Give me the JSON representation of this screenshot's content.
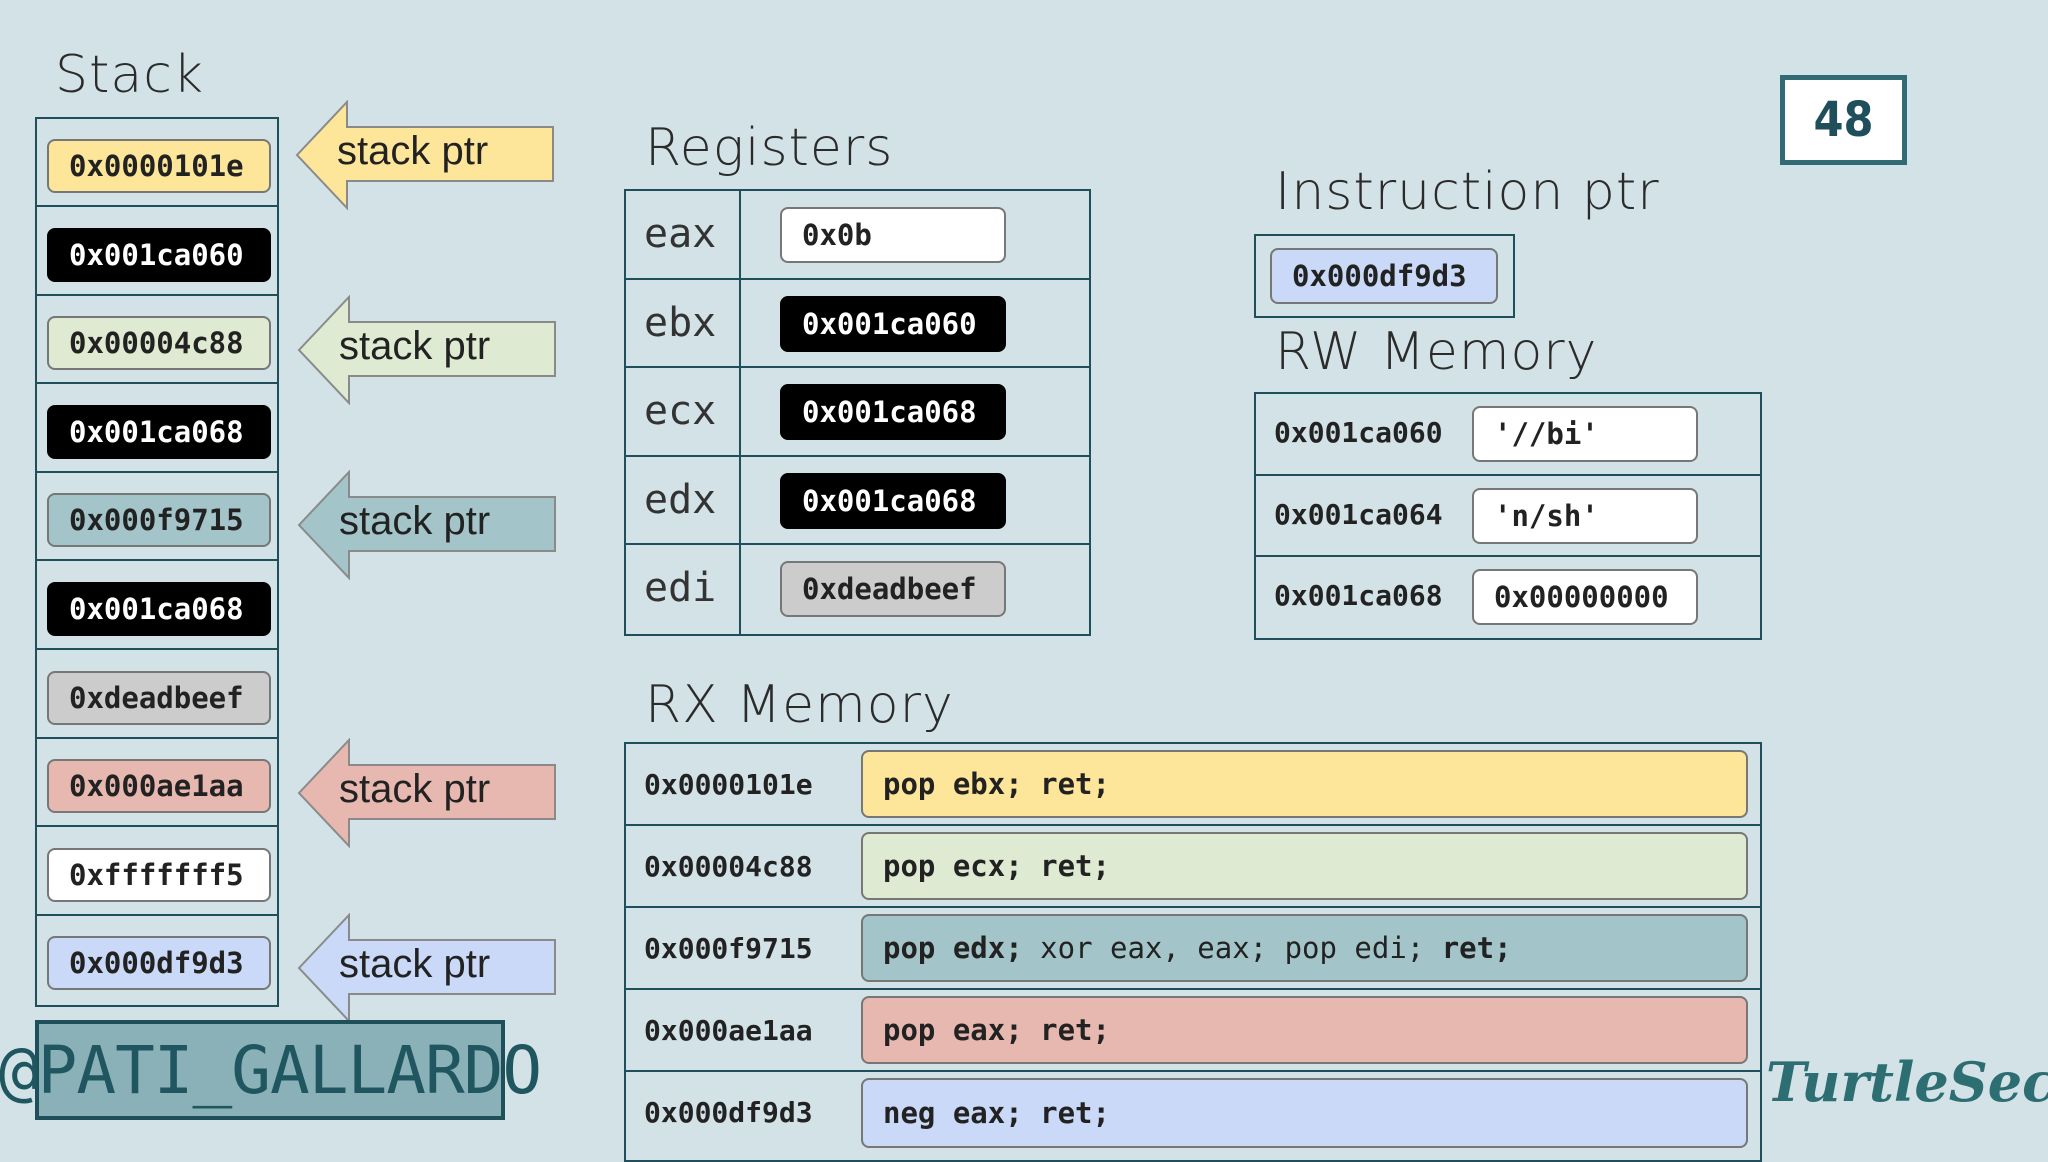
{
  "slide_number": "48",
  "headings": {
    "stack": "Stack",
    "registers": "Registers",
    "instruction_ptr": "Instruction ptr",
    "rw_memory": "RW Memory",
    "rx_memory": "RX Memory"
  },
  "stack": [
    {
      "value": "0x0000101e",
      "fill": "#fde69a",
      "text": "#222"
    },
    {
      "value": "0x001ca060",
      "fill": "#000000",
      "text": "#ffffff"
    },
    {
      "value": "0x00004c88",
      "fill": "#dfead2",
      "text": "#222"
    },
    {
      "value": "0x001ca068",
      "fill": "#000000",
      "text": "#ffffff"
    },
    {
      "value": "0x000f9715",
      "fill": "#a3c4c9",
      "text": "#222"
    },
    {
      "value": "0x001ca068",
      "fill": "#000000",
      "text": "#ffffff"
    },
    {
      "value": "0xdeadbeef",
      "fill": "#cccccc",
      "text": "#222"
    },
    {
      "value": "0x000ae1aa",
      "fill": "#e7b8b0",
      "text": "#222"
    },
    {
      "value": "0xfffffff5",
      "fill": "#ffffff",
      "text": "#222"
    },
    {
      "value": "0x000df9d3",
      "fill": "#c9d9f7",
      "text": "#222"
    }
  ],
  "stack_pointers": [
    {
      "label": "stack ptr",
      "color": "#fde69a"
    },
    {
      "label": "stack ptr",
      "color": "#dfead2"
    },
    {
      "label": "stack ptr",
      "color": "#a3c4c9"
    },
    {
      "label": "stack ptr",
      "color": "#e7b8b0"
    },
    {
      "label": "stack ptr",
      "color": "#c9d9f7"
    }
  ],
  "registers": [
    {
      "name": "eax",
      "value": "0x0b",
      "fill": "#ffffff",
      "text": "#222"
    },
    {
      "name": "ebx",
      "value": "0x001ca060",
      "fill": "#000000",
      "text": "#ffffff"
    },
    {
      "name": "ecx",
      "value": "0x001ca068",
      "fill": "#000000",
      "text": "#ffffff"
    },
    {
      "name": "edx",
      "value": "0x001ca068",
      "fill": "#000000",
      "text": "#ffffff"
    },
    {
      "name": "edi",
      "value": "0xdeadbeef",
      "fill": "#cccccc",
      "text": "#222"
    }
  ],
  "instruction_ptr": {
    "value": "0x000df9d3",
    "fill": "#c9d9f7"
  },
  "rw_memory": [
    {
      "address": "0x001ca060",
      "value": "'//bi'"
    },
    {
      "address": "0x001ca064",
      "value": "'n/sh'"
    },
    {
      "address": "0x001ca068",
      "value": "0x00000000"
    }
  ],
  "rx_memory": [
    {
      "address": "0x0000101e",
      "fill": "#fde69a",
      "parts": [
        {
          "t": "pop ebx; ret;",
          "bold": true
        }
      ]
    },
    {
      "address": "0x00004c88",
      "fill": "#dfead2",
      "parts": [
        {
          "t": "pop ecx; ret;",
          "bold": true
        }
      ]
    },
    {
      "address": "0x000f9715",
      "fill": "#a3c4c9",
      "parts": [
        {
          "t": "pop edx;",
          "bold": true
        },
        {
          "t": " xor eax, eax; pop edi; ",
          "bold": false
        },
        {
          "t": "ret;",
          "bold": true
        }
      ]
    },
    {
      "address": "0x000ae1aa",
      "fill": "#e7b8b0",
      "parts": [
        {
          "t": "pop eax; ret;",
          "bold": true
        }
      ]
    },
    {
      "address": "0x000df9d3",
      "fill": "#c9d9f7",
      "parts": [
        {
          "t": "neg eax; ret;",
          "bold": true
        }
      ]
    }
  ],
  "handle": "@PATI_GALLARDO",
  "brand": "TurtleSec"
}
